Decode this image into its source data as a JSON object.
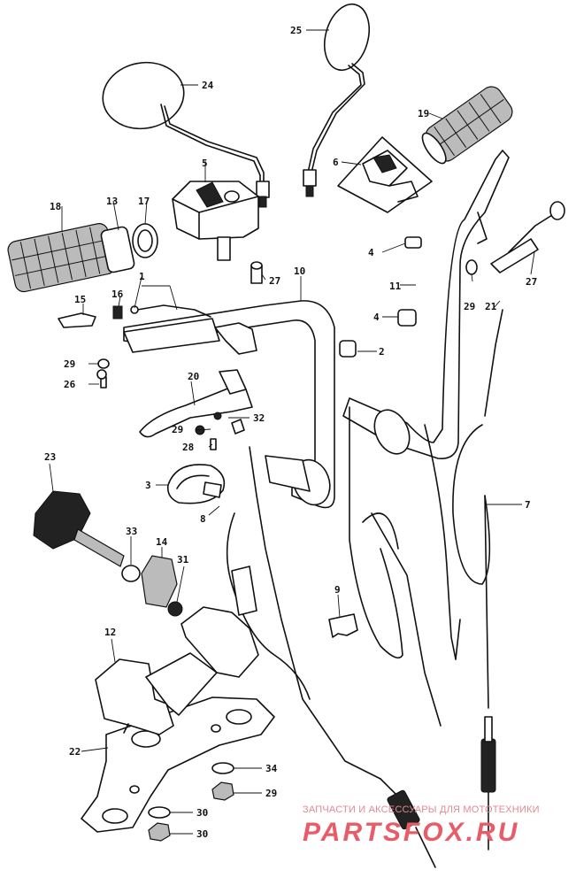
{
  "callouts": [
    "1",
    "2",
    "3",
    "4",
    "5",
    "6",
    "7",
    "8",
    "9",
    "10",
    "11",
    "12",
    "13",
    "14",
    "15",
    "16",
    "17",
    "18",
    "19",
    "20",
    "21",
    "22",
    "23",
    "24",
    "25",
    "26",
    "27",
    "28",
    "29",
    "30",
    "31",
    "32",
    "33",
    "34"
  ],
  "watermark": {
    "tagline": "ЗАПЧАСТИ И АКСЕССУАРЫ ДЛЯ МОТОТЕХНИКИ",
    "logo_text": "PARTSFOX.RU",
    "color": "#e85c68"
  }
}
